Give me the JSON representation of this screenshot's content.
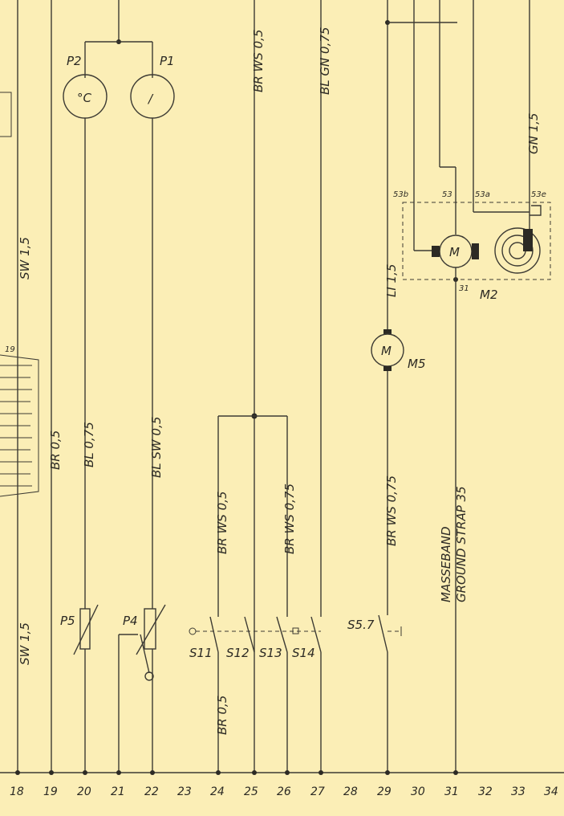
{
  "wire_labels": {
    "sw15_upper": "SW 1,5",
    "sw15_lower": "SW 1,5",
    "br05_left": "BR 0,5",
    "bl075": "BL 0,75",
    "blsw05": "BL SW 0,5",
    "brws05_top": "BR WS 0,5",
    "blgn075": "BL GN 0,75",
    "brws05_mid": "BR WS 0,5",
    "brws075_mid": "BR WS 0,75",
    "br05_bottom": "BR 0,5",
    "li15": "LI 1,5",
    "brws075_m5": "BR WS 0,75",
    "gn15": "GN 1,5",
    "ground_de": "MASSEBAND",
    "ground_en": "GROUND STRAP 35",
    "fragment_19": "19"
  },
  "components": {
    "p2": {
      "label": "P2",
      "symbol": "°C"
    },
    "p1": {
      "label": "P1",
      "symbol": "/"
    },
    "p5": {
      "label": "P5"
    },
    "p4": {
      "label": "P4"
    },
    "s11": {
      "label": "S11"
    },
    "s12": {
      "label": "S12"
    },
    "s13": {
      "label": "S13"
    },
    "s14": {
      "label": "S14"
    },
    "s57": {
      "label": "S5.7"
    },
    "m5": {
      "label": "M5",
      "symbol": "M"
    },
    "m2": {
      "label": "M2",
      "symbol": "M"
    }
  },
  "terminals": {
    "t53b": "53b",
    "t53": "53",
    "t53a": "53a",
    "t53e": "53e",
    "t31": "31"
  },
  "grid_numbers": [
    "18",
    "19",
    "20",
    "21",
    "22",
    "23",
    "24",
    "25",
    "26",
    "27",
    "28",
    "29",
    "30",
    "31",
    "32",
    "33",
    "34"
  ]
}
